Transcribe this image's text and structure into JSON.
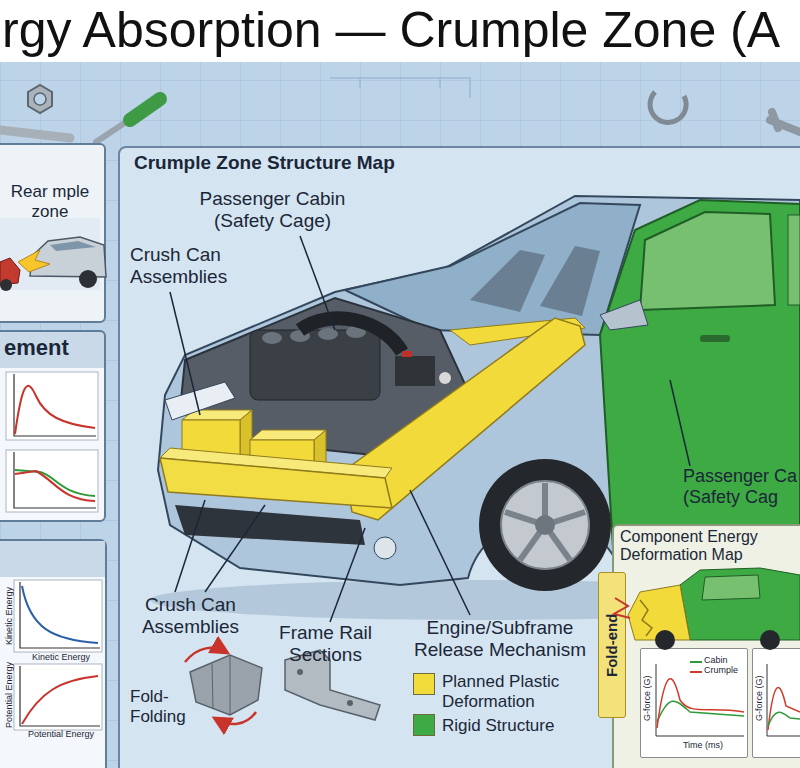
{
  "diagram": {
    "title": "rgy Absorption — Crumple Zone (A",
    "nodes": [
      {
        "text": [
          "Rear mple zone"
        ]
      },
      {
        "text": [
          "ement"
        ]
      },
      {
        "text": [
          "Crumple Zone Structure Map"
        ]
      },
      {
        "text": [
          "Component Energy Deformation Map"
        ],
        "in": 2
      },
      {
        "text": [
          "Fold-end"
        ],
        "in": 3
      },
      {
        "text": [
          "G-force (G)",
          "Time (ms)"
        ],
        "in": 3
      },
      {
        "text": [
          "G-force (G)"
        ],
        "in": 3
      }
    ],
    "labels": [
      "Passenger Cabin (Safety Cage)",
      "Crush Can Assemblies",
      "Crush Can Assemblies",
      "Frame Rail Sections",
      "Engine/Subframe Release Mechanism",
      "Passenger Ca (Safety Cag",
      "Fold-Folding",
      "Kinetic Energy",
      "Kinetic Energy",
      "Potential Energy",
      "Potential Energy"
    ],
    "legend": [
      {
        "text": "Planned Plastic Deformation",
        "color": "#f2dc3c"
      },
      {
        "text": "Rigid Structure",
        "color": "#3eaa44"
      },
      {
        "text": "Cabin"
      },
      {
        "text": "Crumple"
      }
    ]
  }
}
